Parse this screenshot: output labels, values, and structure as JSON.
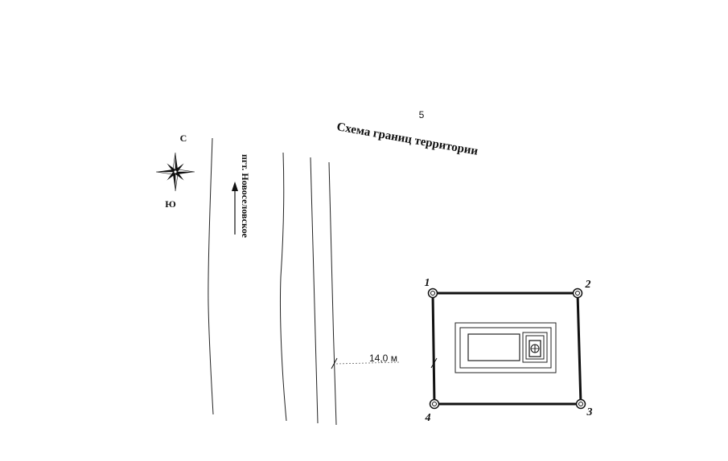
{
  "page_number": "5",
  "title": "Схема границ территории",
  "compass": {
    "north_label": "С",
    "south_label": "Ю",
    "icon": "compass-rose-icon"
  },
  "road_label": "пгт. Новоселовское",
  "distance_label": "14,0 м",
  "corner_points": [
    "1",
    "2",
    "3",
    "4"
  ],
  "building_icon": "meter-box-icon"
}
